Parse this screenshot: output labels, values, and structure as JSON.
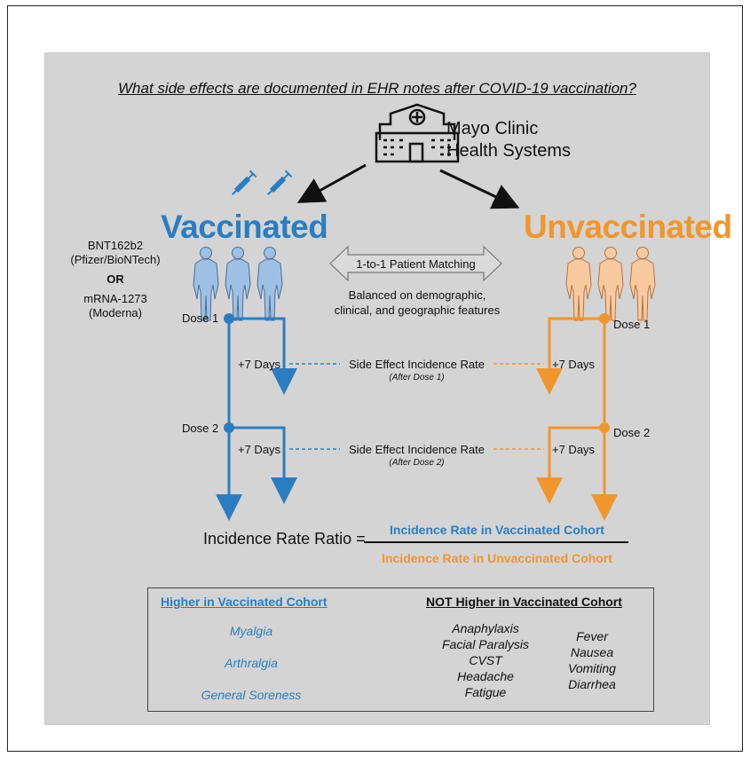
{
  "question": "What side effects are documented in EHR notes after COVID-19 vaccination?",
  "clinic": {
    "line1": "Mayo Clinic",
    "line2": "Health Systems"
  },
  "cohorts": {
    "vaccinated": "Vaccinated",
    "unvaccinated": "Unvaccinated"
  },
  "vaccines": {
    "v1_name": "BNT162b2",
    "v1_maker": "(Pfizer/BioNTech)",
    "or": "OR",
    "v2_name": "mRNA-1273",
    "v2_maker": "(Moderna)"
  },
  "matching": {
    "label": "1-to-1 Patient Matching",
    "desc_line1": "Balanced on demographic,",
    "desc_line2": "clinical, and geographic features"
  },
  "timeline": {
    "dose1": "Dose 1",
    "dose2": "Dose 2",
    "plus7": "+7 Days",
    "rate": "Side Effect Incidence Rate",
    "after1": "(After Dose 1)",
    "after2": "(After Dose 2)"
  },
  "ratio": {
    "label": "Incidence Rate Ratio =",
    "numerator": "Incidence Rate in Vaccinated Cohort",
    "denominator": "Incidence Rate in Unvaccinated Cohort"
  },
  "results": {
    "higher_title": "Higher in Vaccinated Cohort",
    "higher_items": [
      "Myalgia",
      "Arthralgia",
      "General Soreness"
    ],
    "not_higher_title": "NOT Higher in Vaccinated Cohort",
    "not_higher_col1": [
      "Anaphylaxis",
      "Facial Paralysis",
      "CVST",
      "Headache",
      "Fatigue"
    ],
    "not_higher_col2": [
      "Fever",
      "Nausea",
      "Vomiting",
      "Diarrhea"
    ]
  },
  "colors": {
    "blue": "#2b7dc1",
    "orange": "#f0962b",
    "panel": "#d4d4d4"
  },
  "icons": [
    "hospital-icon",
    "syringe-icon",
    "person-icon",
    "arrow-icon",
    "double-arrow-icon"
  ]
}
